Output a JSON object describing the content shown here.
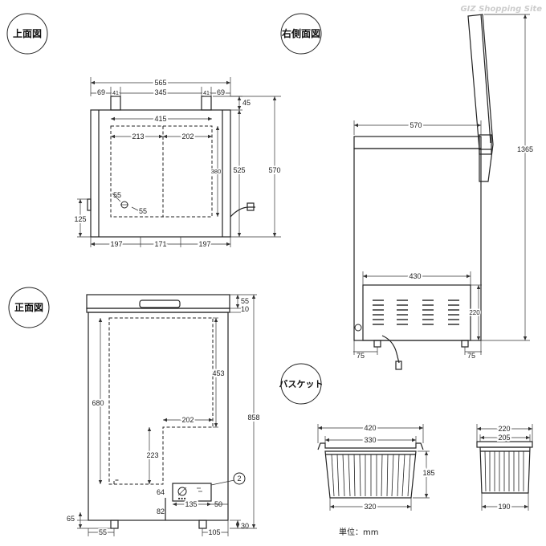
{
  "watermark": "GIZ Shopping Site",
  "unit_label": "単位：mm",
  "views": {
    "top": {
      "label": "上面図",
      "dims": {
        "total_width": "565",
        "left_margin": "69",
        "left_hinge": "41",
        "center": "345",
        "right_hinge": "41",
        "right_margin": "69",
        "inner_width": "415",
        "inner_left": "213",
        "inner_right": "202",
        "inner_depth": "380",
        "hinge_depth": "45",
        "body_depth": "525",
        "total_depth": "570",
        "drain_x": "55",
        "drain_y": "55",
        "side_offset": "125",
        "bottom_left": "197",
        "bottom_center": "171",
        "bottom_right": "197"
      }
    },
    "right": {
      "label": "右側面図",
      "dims": {
        "depth": "570",
        "total_height": "1365",
        "vent_width": "430",
        "vent_height": "220",
        "foot_left": "75",
        "foot_right": "75"
      }
    },
    "front": {
      "label": "正面図",
      "badge": "2",
      "dims": {
        "lid_height": "55",
        "lid_gap": "10",
        "inner_height": "680",
        "upper_inner": "453",
        "step_width": "202",
        "step_height": "223",
        "total_height": "858",
        "panel_offset": "64",
        "panel_width": "135",
        "panel_right": "50",
        "panel_left": "82",
        "foot_height": "65",
        "foot_left": "55",
        "foot_right": "105",
        "foot_bottom": "30"
      }
    },
    "basket": {
      "label": "バスケット",
      "dims": {
        "outer_width": "420",
        "inner_width": "330",
        "height": "185",
        "bottom_width": "320",
        "side_outer": "220",
        "side_inner": "205",
        "side_bottom": "190"
      }
    }
  }
}
